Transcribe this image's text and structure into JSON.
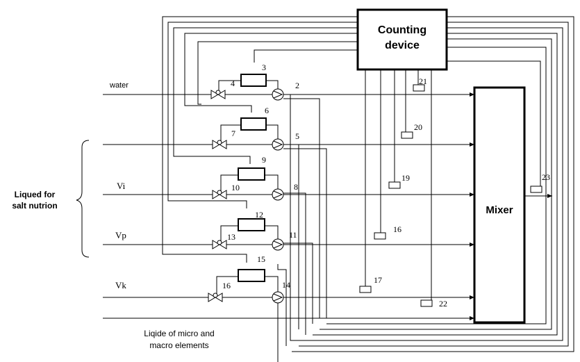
{
  "blocks": {
    "counting_device": [
      "Counting",
      "device"
    ],
    "mixer": "Mixer"
  },
  "inputs": {
    "water": "water",
    "vi": "Vi",
    "vp": "Vp",
    "vk": "Vk"
  },
  "brace_label": [
    "Liqued for",
    "salt nutrion"
  ],
  "bottom_label": [
    "Liqide of micro and",
    "macro elements"
  ],
  "numbers": {
    "n2": "2",
    "n3": "3",
    "n4": "4",
    "n5": "5",
    "n6": "6",
    "n7": "7",
    "n8": "8",
    "n9": "9",
    "n10": "10",
    "n11": "11",
    "n12": "12",
    "n13": "13",
    "n14": "14",
    "n15": "15",
    "n16a": "16",
    "n16b": "16",
    "n17": "17",
    "n19": "19",
    "n20": "20",
    "n21": "21",
    "n22": "22",
    "n23": "23"
  }
}
